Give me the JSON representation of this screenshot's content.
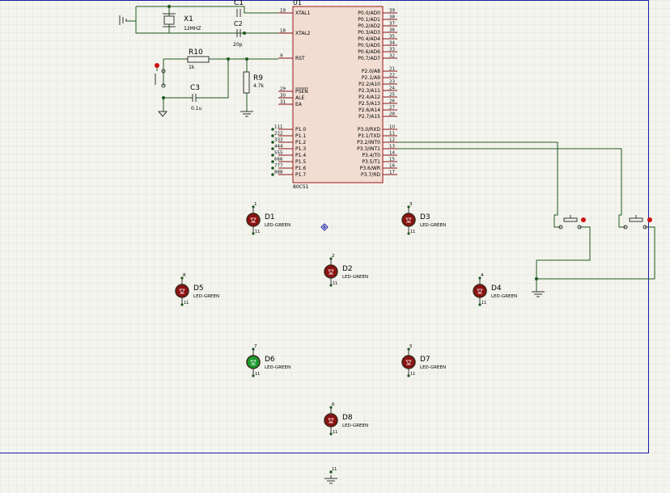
{
  "colors": {
    "background": "#f4f4ef",
    "grid": "#e2e2da",
    "border": "#1a1aa6",
    "wire": "#1f5a1f",
    "chip_fill": "#f1ddd2",
    "chip_border": "#a01818",
    "pin": "#8a1010",
    "led_off": "#8c1212",
    "led_on": "#1c9a2e",
    "led_ring": "#3a2a1a",
    "junction": "#1f5a1f",
    "terminal_red": "#cc1111",
    "text": "#000000"
  },
  "mcu": {
    "designator": "U1",
    "part": "80C51",
    "left_pins": [
      {
        "num": "19",
        "name": "XTAL1"
      },
      {
        "num": "18",
        "name": "XTAL2"
      },
      {
        "num": "9",
        "name": "RST"
      },
      {
        "num": "29",
        "name": "PSEN"
      },
      {
        "num": "30",
        "name": "ALE"
      },
      {
        "num": "31",
        "name": "EA"
      },
      {
        "num": "1",
        "name": "P1.0"
      },
      {
        "num": "2",
        "name": "P1.1"
      },
      {
        "num": "3",
        "name": "P1.2"
      },
      {
        "num": "4",
        "name": "P1.3"
      },
      {
        "num": "5",
        "name": "P1.4"
      },
      {
        "num": "6",
        "name": "P1.5"
      },
      {
        "num": "7",
        "name": "P1.6"
      },
      {
        "num": "8",
        "name": "P1.7"
      }
    ],
    "right_pins": [
      {
        "num": "39",
        "name": "P0.0/AD0"
      },
      {
        "num": "38",
        "name": "P0.1/AD1"
      },
      {
        "num": "37",
        "name": "P0.2/AD2"
      },
      {
        "num": "36",
        "name": "P0.3/AD3"
      },
      {
        "num": "35",
        "name": "P0.4/AD4"
      },
      {
        "num": "34",
        "name": "P0.5/AD5"
      },
      {
        "num": "33",
        "name": "P0.6/AD6"
      },
      {
        "num": "32",
        "name": "P0.7/AD7"
      },
      {
        "num": "21",
        "name": "P2.0/A8"
      },
      {
        "num": "22",
        "name": "P2.1/A9"
      },
      {
        "num": "23",
        "name": "P2.2/A10"
      },
      {
        "num": "24",
        "name": "P2.3/A11"
      },
      {
        "num": "25",
        "name": "P2.4/A12"
      },
      {
        "num": "26",
        "name": "P2.5/A13"
      },
      {
        "num": "27",
        "name": "P2.6/A14"
      },
      {
        "num": "28",
        "name": "P2.7/A15"
      },
      {
        "num": "10",
        "name": "P3.0/RXD"
      },
      {
        "num": "11",
        "name": "P3.1/TXD"
      },
      {
        "num": "12",
        "name": "P3.2/INT0"
      },
      {
        "num": "13",
        "name": "P3.3/INT1"
      },
      {
        "num": "14",
        "name": "P3.4/T0"
      },
      {
        "num": "15",
        "name": "P3.5/T1"
      },
      {
        "num": "16",
        "name": "P3.6/WR"
      },
      {
        "num": "17",
        "name": "P3.7/RD"
      }
    ],
    "port1_net_labels": [
      "11",
      "22",
      "33",
      "44",
      "55",
      "66",
      "77",
      "88"
    ]
  },
  "crystal": {
    "designator": "X1",
    "value": "12MHZ"
  },
  "c1": {
    "designator": "C1"
  },
  "c2": {
    "designator": "C2",
    "value": "20p"
  },
  "r10": {
    "designator": "R10",
    "value": "1k"
  },
  "r9": {
    "designator": "R9",
    "value": "4.7k"
  },
  "c3": {
    "designator": "C3",
    "value": "0.1u"
  },
  "leds": [
    {
      "designator": "D1",
      "part": "LED-GREEN",
      "net": "1",
      "lit": false
    },
    {
      "designator": "D2",
      "part": "LED-GREEN",
      "net": "2",
      "lit": false
    },
    {
      "designator": "D3",
      "part": "LED-GREEN",
      "net": "3",
      "lit": false
    },
    {
      "designator": "D4",
      "part": "LED-GREEN",
      "net": "4",
      "lit": false
    },
    {
      "designator": "D5",
      "part": "LED-GREEN",
      "net": "8",
      "lit": false
    },
    {
      "designator": "D6",
      "part": "LED-GREEN",
      "net": "7",
      "lit": true
    },
    {
      "designator": "D7",
      "part": "LED-GREEN",
      "net": "5",
      "lit": false
    },
    {
      "designator": "D8",
      "part": "LED-GREEN",
      "net": "6",
      "lit": false
    }
  ],
  "led_pin_label": "11",
  "bottom_net_label": "11"
}
